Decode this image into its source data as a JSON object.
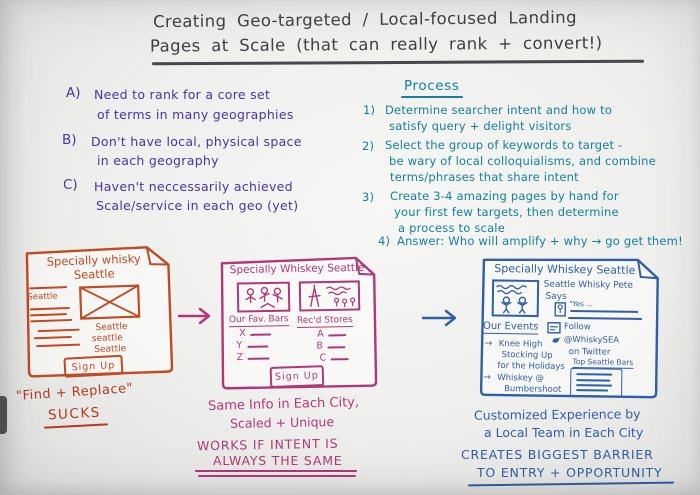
{
  "board": {
    "title_line1": "Creating Geo-targeted / Local-focused Landing",
    "title_line2": "Pages at Scale (that can really rank + convert!)"
  },
  "problems": {
    "items": [
      {
        "label": "A)",
        "line1": "Need to rank for a core set",
        "line2": "of terms in many geographies"
      },
      {
        "label": "B)",
        "line1": "Don't have local, physical space",
        "line2": "in each geography"
      },
      {
        "label": "C)",
        "line1": "Haven't neccessarily achieved",
        "line2": "Scale/service in each geo (yet)"
      }
    ]
  },
  "process": {
    "heading": "Process",
    "steps": [
      {
        "num": "1)",
        "line1": "Determine searcher intent and how to",
        "line2": "satisfy query + delight visitors"
      },
      {
        "num": "2)",
        "line1": "Select the group of keywords to target -",
        "line2": "be wary of local colloquialisms, and combine",
        "line3": "terms/phrases that share intent"
      },
      {
        "num": "3)",
        "line1": "Create 3-4 amazing pages by hand for",
        "line2": "your first few targets, then determine",
        "line3": "a process to scale"
      },
      {
        "num": "4)",
        "line1": "Answer: Who will amplify + why → go get them!"
      }
    ]
  },
  "mock1": {
    "title_line1": "Specially whisky",
    "title_line2": "Seattle",
    "sidebar_label": "Seattle",
    "list_labels": [
      "Seattle",
      "seattle",
      "Seattle"
    ],
    "button_label": "Sign Up",
    "caption_line1": "\"Find + Replace\"",
    "caption_line2": "SUCKS"
  },
  "mock2": {
    "title": "Specially Whiskey Seattle",
    "left_col_header": "Our Fav. Bars",
    "left_col_items": [
      "X",
      "Y",
      "Z"
    ],
    "right_col_header": "Rec'd Stores",
    "right_col_items": [
      "A",
      "B",
      "C"
    ],
    "button_label": "Sign Up",
    "caption_line1": "Same Info in Each City,",
    "caption_line2": "Scaled + Unique",
    "caption_line3": "WORKS IF INTENT IS",
    "caption_line4": "ALWAYS THE SAME"
  },
  "mock3": {
    "title": "Specially Whiskey Seattle",
    "expert_line1": "Seattle Whisky Pete",
    "expert_line2": "Says",
    "quote_text": "\"Yes ...",
    "events_header": "Our Events",
    "event_arrow": "→",
    "event1_line1": "Knee High",
    "event1_line2": "Stocking Up",
    "event1_line3": "for the Holidays",
    "event2_line1": "Whiskey @",
    "event2_line2": "Bumbershoot",
    "follow_label": "Follow",
    "follow_handle": "@WhiskySEA",
    "follow_platform": "on Twitter",
    "list_header": "Top Seattle Bars",
    "caption_line1": "Customized Experience by",
    "caption_line2": "a Local Team in Each City",
    "caption_line3": "CREATES BIGGEST BARRIER",
    "caption_line4": "TO ENTRY + OPPORTUNITY"
  },
  "colors": {
    "marker_ink": "#3f3f44",
    "purple": "#4a35a0",
    "teal": "#12809e",
    "orange": "#c04a22",
    "red_orange": "#b43a20",
    "pink": "#b03878",
    "blue": "#2f5fa5"
  }
}
